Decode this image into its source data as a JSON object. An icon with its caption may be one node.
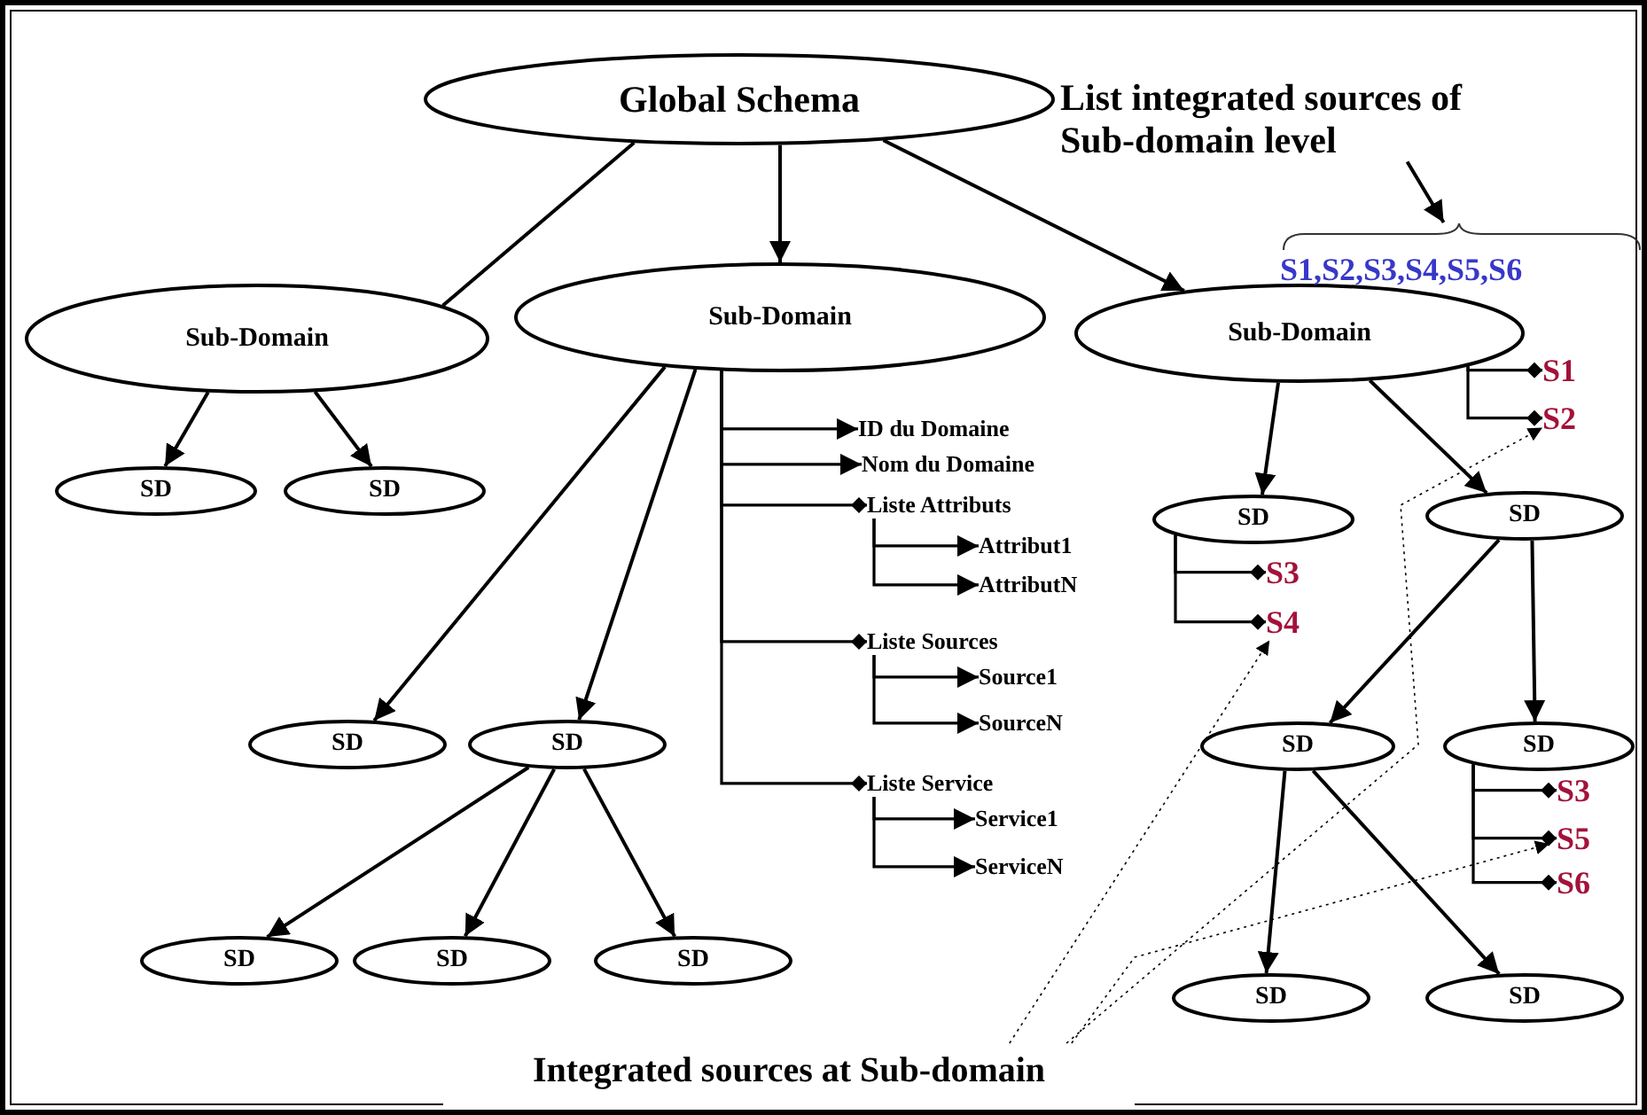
{
  "diagram": {
    "nodes": [
      {
        "text": [
          "Global Schema"
        ]
      },
      {
        "text": [
          "Sub-Domain"
        ]
      },
      {
        "text": [
          "Sub-Domain"
        ]
      },
      {
        "text": [
          "Sub-Domain"
        ]
      },
      {
        "text": [
          "SD"
        ]
      },
      {
        "text": [
          "SD"
        ]
      },
      {
        "text": [
          "SD"
        ]
      },
      {
        "text": [
          "SD"
        ]
      },
      {
        "text": [
          "SD"
        ]
      },
      {
        "text": [
          "SD"
        ]
      },
      {
        "text": [
          "SD"
        ]
      },
      {
        "text": [
          "SD"
        ]
      },
      {
        "text": [
          "SD"
        ]
      },
      {
        "text": [
          "SD"
        ]
      },
      {
        "text": [
          "SD"
        ]
      },
      {
        "text": [
          "SD"
        ]
      },
      {
        "text": [
          "SD"
        ]
      },
      {
        "text": [
          "ID du Domaine"
        ]
      },
      {
        "text": [
          "Nom du Domaine"
        ]
      },
      {
        "text": [
          "Liste Attributs"
        ]
      },
      {
        "text": [
          "Attribut1"
        ]
      },
      {
        "text": [
          "AttributN"
        ]
      },
      {
        "text": [
          "Liste Sources"
        ]
      },
      {
        "text": [
          "Source1"
        ]
      },
      {
        "text": [
          "SourceN"
        ]
      },
      {
        "text": [
          "Liste Service"
        ]
      },
      {
        "text": [
          "Service1"
        ]
      },
      {
        "text": [
          "ServiceN"
        ]
      },
      {
        "text": [
          "S1"
        ]
      },
      {
        "text": [
          "S2"
        ]
      },
      {
        "text": [
          "S3"
        ]
      },
      {
        "text": [
          "S4"
        ]
      },
      {
        "text": [
          "S3"
        ]
      },
      {
        "text": [
          "S5"
        ]
      },
      {
        "text": [
          "S6"
        ]
      },
      {
        "text": [
          "List integrated sources of Sub-domain level"
        ]
      },
      {
        "text": [
          "S1,S2,S3,S4,S5,S6"
        ]
      },
      {
        "text": [
          "Integrated sources at Sub-domain"
        ]
      }
    ],
    "edges": [
      {
        "from": 0,
        "to": 1,
        "arrow": "none"
      },
      {
        "from": 0,
        "to": 2,
        "arrow": "to"
      },
      {
        "from": 0,
        "to": 3,
        "arrow": "to"
      },
      {
        "from": 1,
        "to": 4,
        "arrow": "to"
      },
      {
        "from": 1,
        "to": 5,
        "arrow": "to"
      },
      {
        "from": 2,
        "to": 6,
        "arrow": "to"
      },
      {
        "from": 2,
        "to": 7,
        "arrow": "to"
      },
      {
        "from": 7,
        "to": 8,
        "arrow": "to"
      },
      {
        "from": 7,
        "to": 9,
        "arrow": "to"
      },
      {
        "from": 7,
        "to": 10,
        "arrow": "to"
      },
      {
        "from": 2,
        "to": 17,
        "arrow": "to"
      },
      {
        "from": 2,
        "to": 18,
        "arrow": "to"
      },
      {
        "from": 2,
        "to": 19,
        "arrow": "other"
      },
      {
        "from": 19,
        "to": 20,
        "arrow": "to"
      },
      {
        "from": 19,
        "to": 21,
        "arrow": "to"
      },
      {
        "from": 2,
        "to": 22,
        "arrow": "other"
      },
      {
        "from": 22,
        "to": 23,
        "arrow": "to"
      },
      {
        "from": 22,
        "to": 24,
        "arrow": "to"
      },
      {
        "from": 2,
        "to": 25,
        "arrow": "other"
      },
      {
        "from": 25,
        "to": 26,
        "arrow": "to"
      },
      {
        "from": 25,
        "to": 27,
        "arrow": "to"
      },
      {
        "from": 3,
        "to": 28,
        "arrow": "other"
      },
      {
        "from": 3,
        "to": 29,
        "arrow": "other"
      },
      {
        "from": 3,
        "to": 11,
        "arrow": "to"
      },
      {
        "from": 3,
        "to": 12,
        "arrow": "to"
      },
      {
        "from": 11,
        "to": 30,
        "arrow": "other"
      },
      {
        "from": 11,
        "to": 31,
        "arrow": "other"
      },
      {
        "from": 12,
        "to": 13,
        "arrow": "to"
      },
      {
        "from": 12,
        "to": 14,
        "arrow": "to"
      },
      {
        "from": 13,
        "to": 15,
        "arrow": "to"
      },
      {
        "from": 13,
        "to": 16,
        "arrow": "to"
      },
      {
        "from": 14,
        "to": 32,
        "arrow": "other"
      },
      {
        "from": 14,
        "to": 33,
        "arrow": "other"
      },
      {
        "from": 14,
        "to": 34,
        "arrow": "other"
      },
      {
        "from": 35,
        "to": 36,
        "arrow": "to"
      },
      {
        "from": 37,
        "to": 31,
        "arrow": "to",
        "style": "dashed"
      },
      {
        "from": 37,
        "to": 29,
        "arrow": "to",
        "style": "dashed"
      },
      {
        "from": 37,
        "to": 33,
        "arrow": "to",
        "style": "dashed"
      }
    ]
  }
}
